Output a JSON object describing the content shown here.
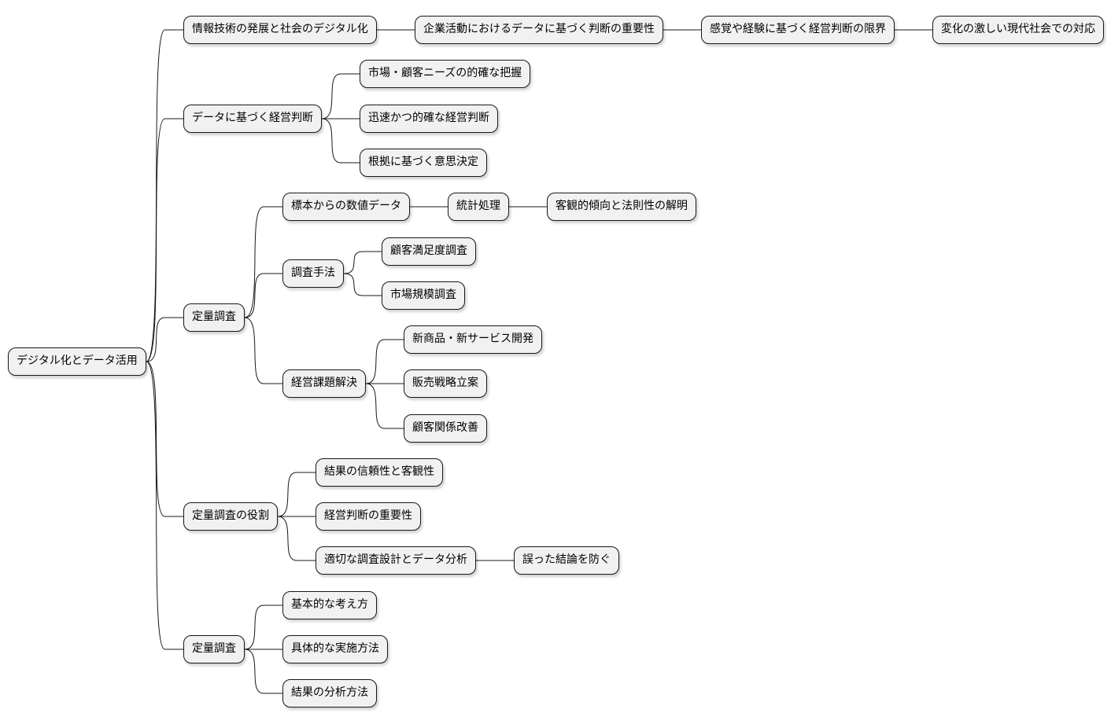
{
  "mindmap": {
    "root": {
      "label": "デジタル化とデータ活用",
      "children": [
        {
          "label": "情報技術の発展と社会のデジタル化",
          "children": [
            {
              "label": "企業活動におけるデータに基づく判断の重要性",
              "children": [
                {
                  "label": "感覚や経験に基づく経営判断の限界",
                  "children": [
                    {
                      "label": "変化の激しい現代社会での対応"
                    }
                  ]
                }
              ]
            }
          ]
        },
        {
          "label": "データに基づく経営判断",
          "children": [
            {
              "label": "市場・顧客ニーズの的確な把握"
            },
            {
              "label": "迅速かつ的確な経営判断"
            },
            {
              "label": "根拠に基づく意思決定"
            }
          ]
        },
        {
          "label": "定量調査",
          "children": [
            {
              "label": "標本からの数値データ",
              "children": [
                {
                  "label": "統計処理",
                  "children": [
                    {
                      "label": "客観的傾向と法則性の解明"
                    }
                  ]
                }
              ]
            },
            {
              "label": "調査手法",
              "children": [
                {
                  "label": "顧客満足度調査"
                },
                {
                  "label": "市場規模調査"
                }
              ]
            },
            {
              "label": "経営課題解決",
              "children": [
                {
                  "label": "新商品・新サービス開発"
                },
                {
                  "label": "販売戦略立案"
                },
                {
                  "label": "顧客関係改善"
                }
              ]
            }
          ]
        },
        {
          "label": "定量調査の役割",
          "children": [
            {
              "label": "結果の信頼性と客観性"
            },
            {
              "label": "経営判断の重要性"
            },
            {
              "label": "適切な調査設計とデータ分析",
              "children": [
                {
                  "label": "誤った結論を防ぐ"
                }
              ]
            }
          ]
        },
        {
          "label": "定量調査",
          "children": [
            {
              "label": "基本的な考え方"
            },
            {
              "label": "具体的な実施方法"
            },
            {
              "label": "結果の分析方法"
            }
          ]
        }
      ]
    }
  }
}
